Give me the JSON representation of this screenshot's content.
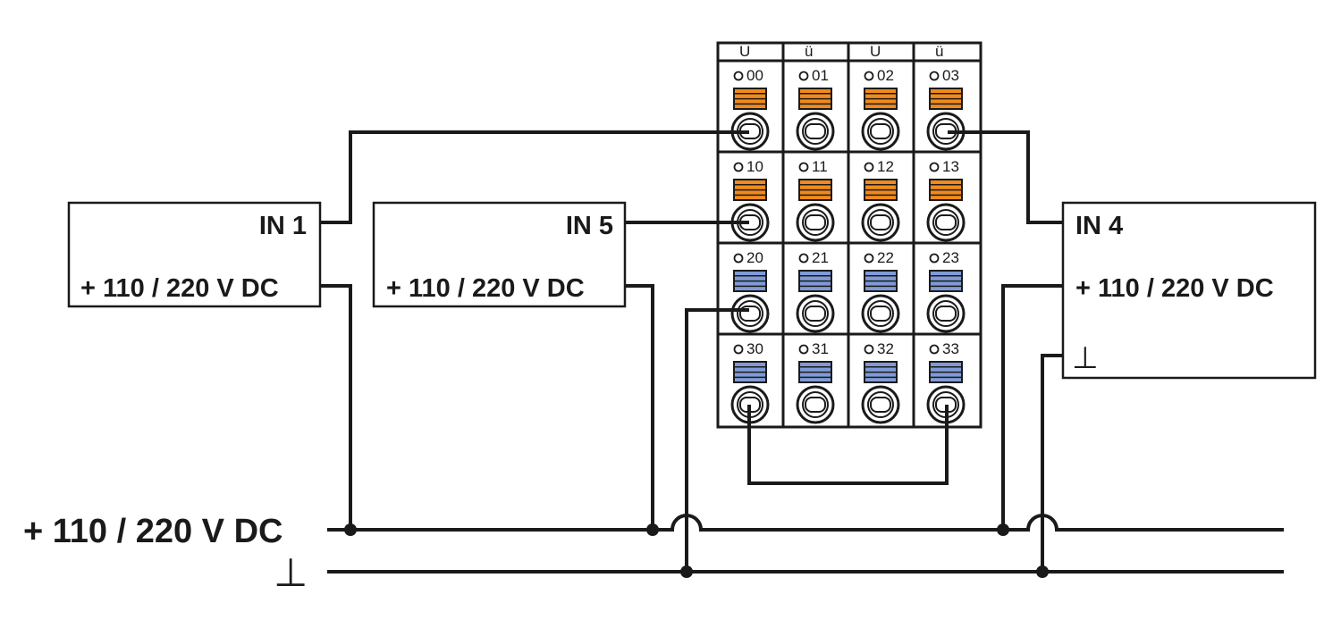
{
  "modules": [
    {
      "name": "IN 1",
      "supply": "+ 110 / 220 V DC",
      "ground": ""
    },
    {
      "name": "IN 5",
      "supply": "+ 110 / 220 V DC",
      "ground": ""
    },
    {
      "name": "IN 4",
      "supply": "+ 110 / 220 V DC",
      "ground": "⊥"
    }
  ],
  "bus": {
    "supply_label": "+ 110 / 220 V DC",
    "ground_label": "⊥"
  },
  "terminal_block": {
    "top_row_glyphs": [
      "U",
      "ü",
      "U",
      "ü"
    ],
    "rows": [
      {
        "numbers": [
          "00",
          "01",
          "02",
          "03"
        ],
        "color": "#f08a1c"
      },
      {
        "numbers": [
          "10",
          "11",
          "12",
          "13"
        ],
        "color": "#f08a1c"
      },
      {
        "numbers": [
          "20",
          "21",
          "22",
          "23"
        ],
        "color": "#7f9ad6"
      },
      {
        "numbers": [
          "30",
          "31",
          "32",
          "33"
        ],
        "color": "#7f9ad6"
      }
    ]
  },
  "colors": {
    "line": "#1a1a1a",
    "orange_clip": "#f08a1c",
    "blue_clip": "#7f9ad6"
  }
}
